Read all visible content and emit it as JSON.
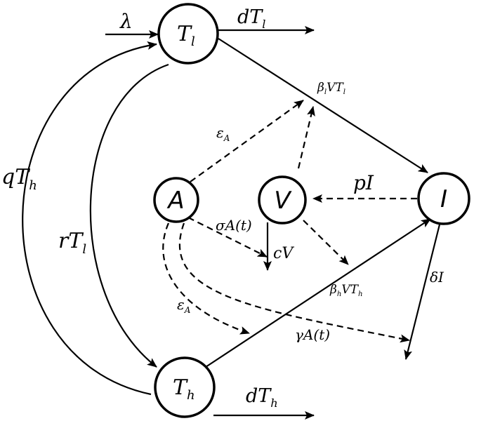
{
  "nodes": {
    "Tl": {
      "main": "T",
      "sub": "l"
    },
    "Th": {
      "main": "T",
      "sub": "h"
    },
    "A": {
      "main": "A"
    },
    "V": {
      "main": "V"
    },
    "I": {
      "main": "I"
    }
  },
  "labels": {
    "lambda": {
      "main": "λ"
    },
    "dTl": {
      "main": "dT",
      "sub": "l"
    },
    "dTh": {
      "main": "dT",
      "sub": "h"
    },
    "qTh": {
      "main": "qT",
      "sub": "h"
    },
    "rTl": {
      "main": "rT",
      "sub": "l"
    },
    "betaLVT": {
      "main": "β",
      "sub1": "l",
      "mid": "VT",
      "sub2": "l"
    },
    "betaHVT": {
      "main": "β",
      "sub1": "h",
      "mid": "VT",
      "sub2": "h"
    },
    "epsA1": {
      "main": "ε",
      "sub": "A"
    },
    "epsA2": {
      "main": "ε",
      "sub": "A"
    },
    "pI": {
      "main": "pI"
    },
    "sigmaA": {
      "main": "σA(t)"
    },
    "cV": {
      "main": "cV"
    },
    "deltaI": {
      "main": "δI"
    },
    "gammaA": {
      "main": "γA(t)"
    }
  }
}
